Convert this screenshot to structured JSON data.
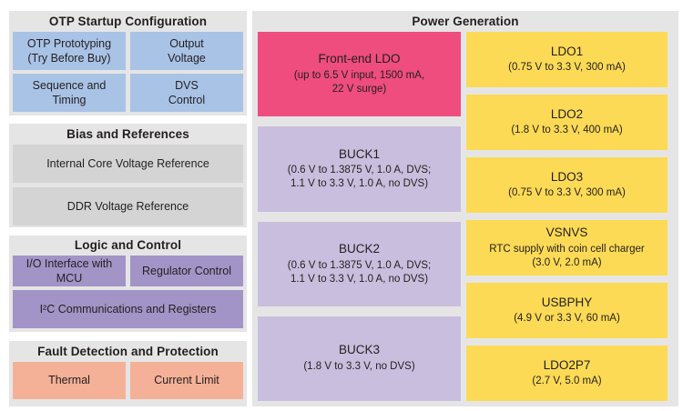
{
  "colors": {
    "panel_bg": "#e6e5e6",
    "inner_gray_block": "#d4d4d4",
    "blue_block": "#a9c3e6",
    "purple_block": "#a294c6",
    "lavender_block": "#c9bedd",
    "pink_block": "#ee4d7e",
    "yellow_block": "#fcda55",
    "salmon_block": "#f4b197",
    "text": "#231f20",
    "page_bg": "#ffffff"
  },
  "left_panel": {
    "sections": [
      {
        "title": "OTP Startup Configuration",
        "items": [
          "OTP Prototyping\n(Try Before Buy)",
          "Output\nVoltage",
          "Sequence and\nTiming",
          "DVS\nControl"
        ]
      },
      {
        "title": "Bias and References",
        "items": [
          "Internal Core Voltage Reference",
          "DDR Voltage Reference"
        ]
      },
      {
        "title": "Logic and Control",
        "items": [
          "I/O Interface with MCU",
          "Regulator Control",
          "I²C Communications and Registers"
        ]
      },
      {
        "title": "Fault Detection and Protection",
        "items": [
          "Thermal",
          "Current Limit"
        ]
      }
    ]
  },
  "power_generation": {
    "title": "Power Generation",
    "left_column": [
      {
        "name": "Front-end LDO",
        "spec": "(up to 6.5 V input, 1500 mA,\n22 V surge)"
      },
      {
        "name": "BUCK1",
        "spec": "(0.6 V to 1.3875 V, 1.0 A, DVS;\n1.1 V to 3.3 V, 1.0 A, no DVS)"
      },
      {
        "name": "BUCK2",
        "spec": "(0.6 V to 1.3875 V, 1.0 A, DVS;\n1.1 V to 3.3 V, 1.0 A, no DVS)"
      },
      {
        "name": "BUCK3",
        "spec": "(1.8 V to 3.3 V, no DVS)"
      }
    ],
    "right_column": [
      {
        "name": "LDO1",
        "spec": "(0.75 V to 3.3 V, 300 mA)"
      },
      {
        "name": "LDO2",
        "spec": "(1.8 V to 3.3 V, 400 mA)"
      },
      {
        "name": "LDO3",
        "spec": "(0.75 V to 3.3 V, 300 mA)"
      },
      {
        "name": "VSNVS",
        "spec": "RTC supply with coin cell charger\n(3.0 V, 2.0 mA)"
      },
      {
        "name": "USBPHY",
        "spec": "(4.9 V or 3.3 V, 60 mA)"
      },
      {
        "name": "LDO2P7",
        "spec": "(2.7 V, 5.0 mA)"
      }
    ]
  }
}
